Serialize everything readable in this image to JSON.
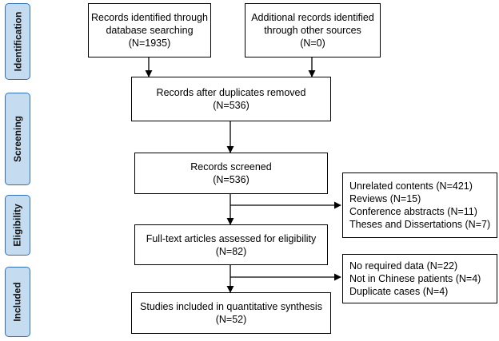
{
  "phases": {
    "identification": "Identification",
    "screening": "Screening",
    "eligibility": "Eligibility",
    "included": "Included"
  },
  "boxes": {
    "database": [
      "Records identified through",
      "database searching",
      "(N=1935)"
    ],
    "other_sources": [
      "Additional records identified",
      "through other sources",
      "(N=0)"
    ],
    "duplicates_removed": [
      "Records after duplicates removed",
      "(N=536)"
    ],
    "screened": [
      "Records screened",
      "(N=536)"
    ],
    "excluded_screening": [
      "Unrelated contents (N=421)",
      "Reviews (N=15)",
      "Conference abstracts (N=11)",
      "Theses and Dissertations (N=7)"
    ],
    "fulltext": [
      "Full-text articles assessed for eligibility",
      "(N=82)"
    ],
    "excluded_fulltext": [
      "No required data (N=22)",
      "Not in Chinese patients (N=4)",
      "Duplicate cases (N=4)"
    ],
    "included": [
      "Studies included in quantitative synthesis",
      "(N=52)"
    ]
  }
}
